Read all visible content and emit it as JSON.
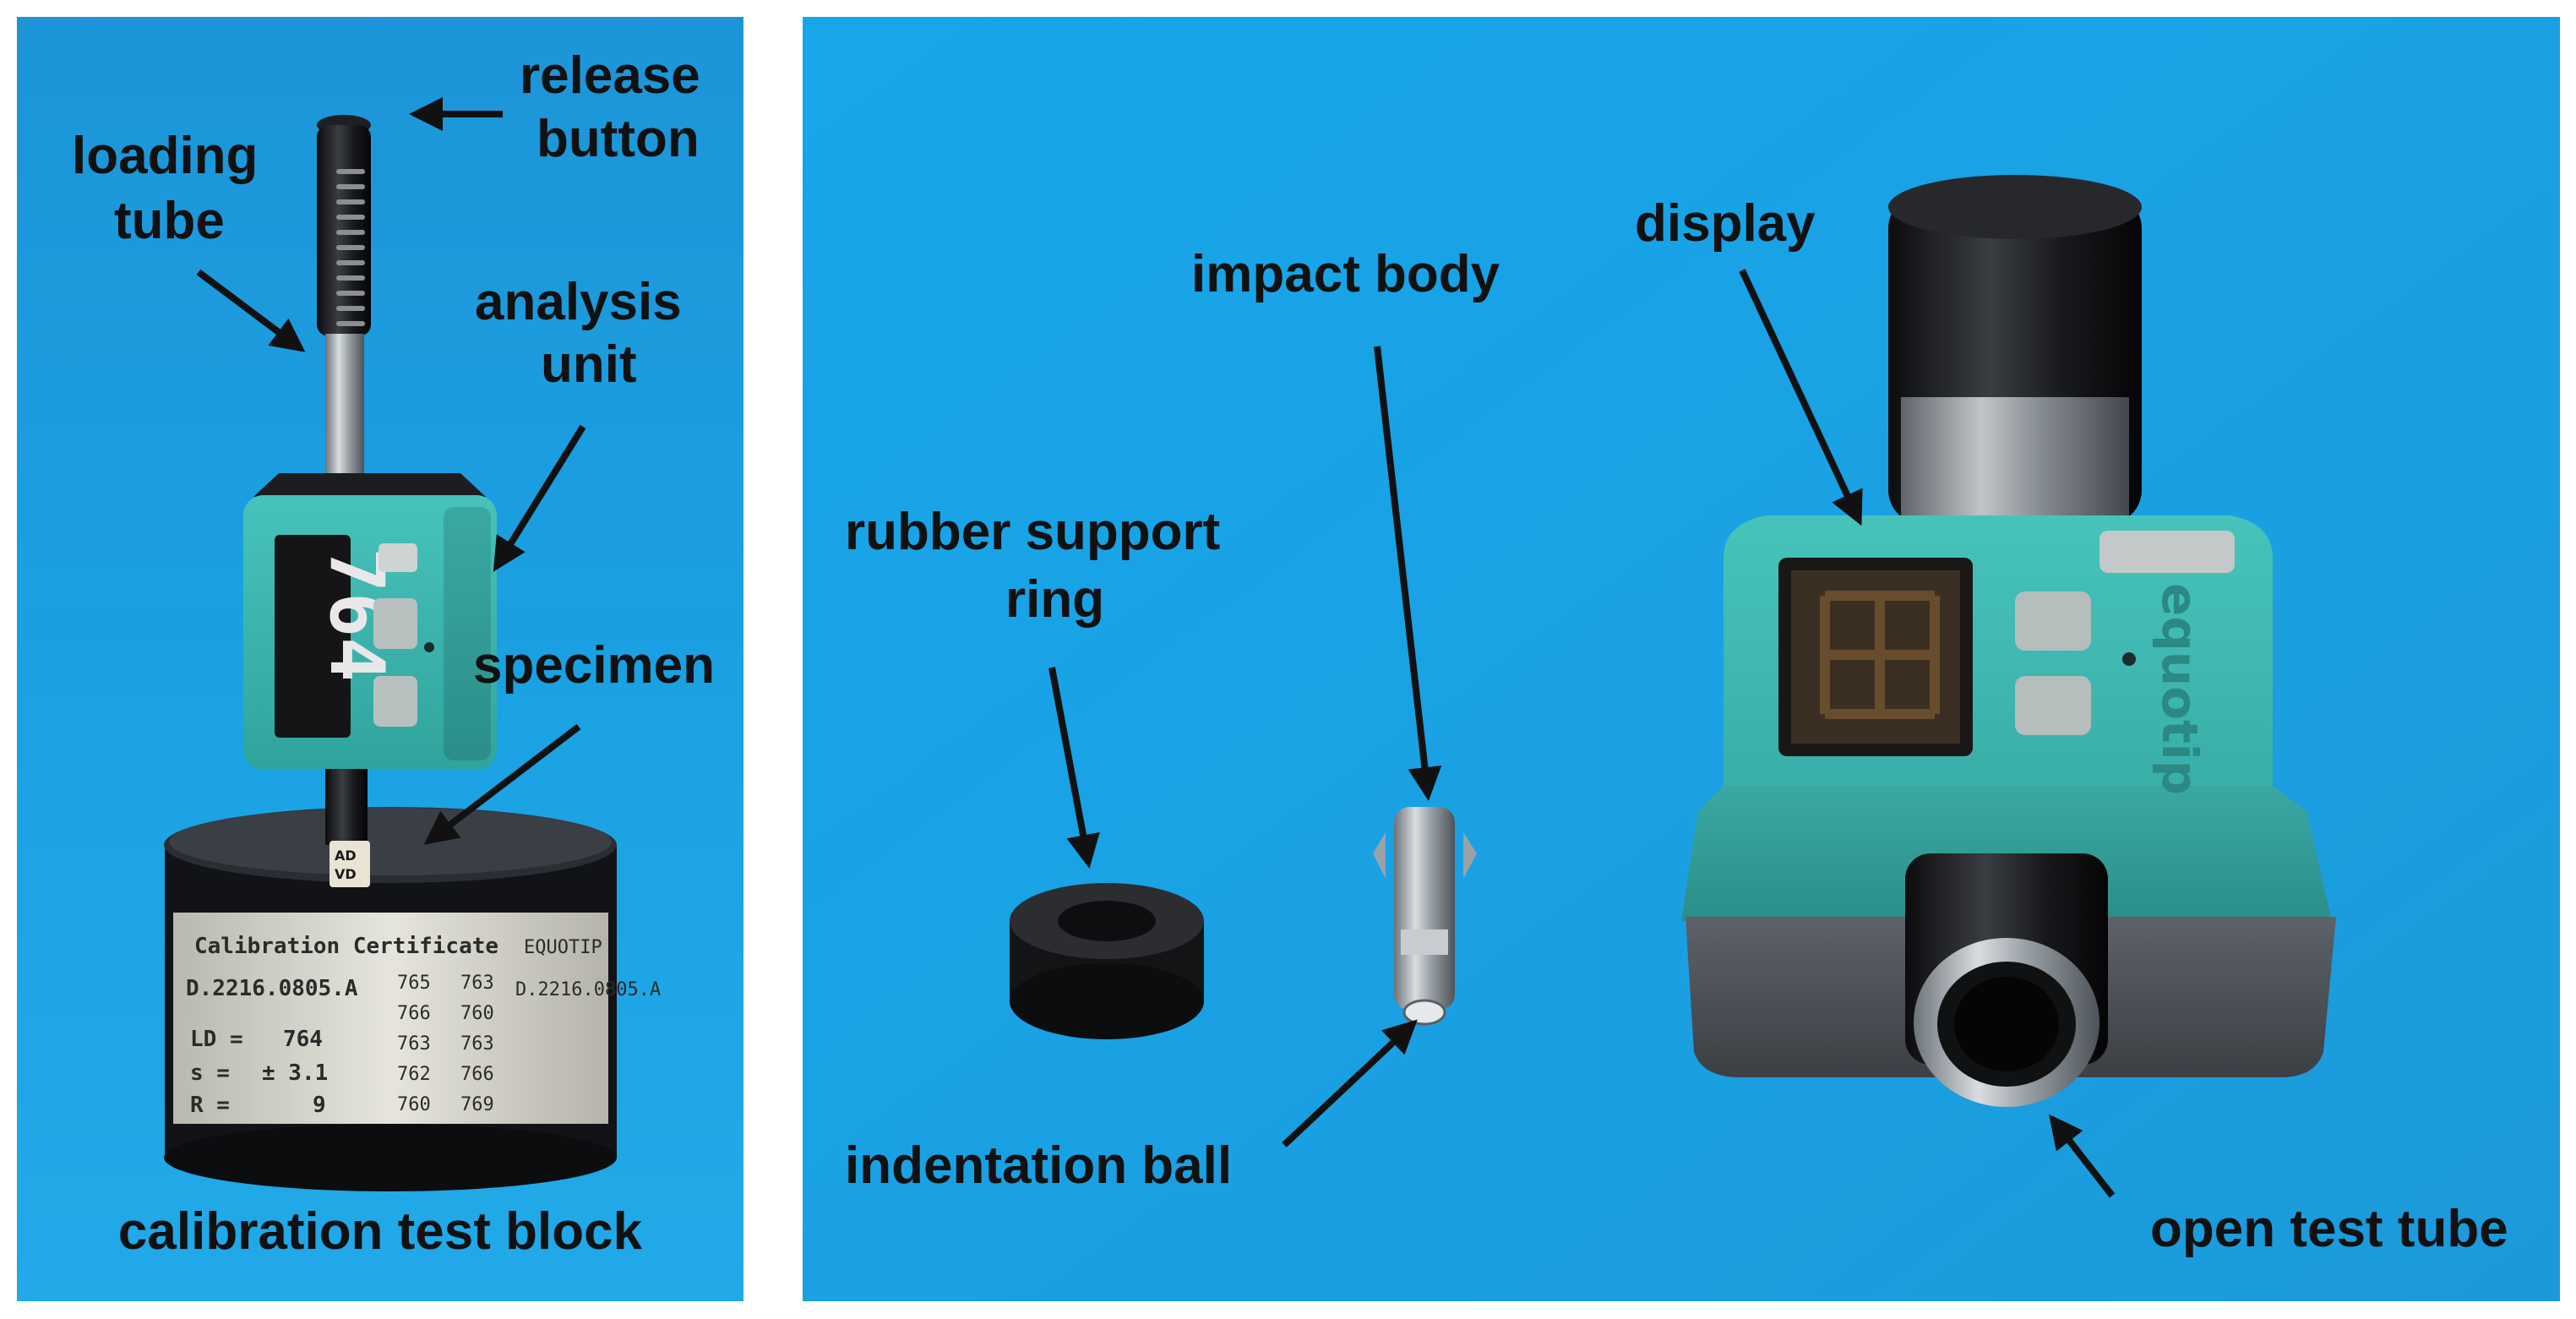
{
  "left_panel": {
    "labels": {
      "release_button": [
        "release",
        "button"
      ],
      "loading_tube": [
        "loading",
        "tube"
      ],
      "analysis_unit": [
        "analysis",
        "unit"
      ],
      "specimen": "specimen",
      "caption": "calibration test block"
    },
    "certificate": {
      "title": "Calibration  Certificate",
      "id": "D.2216.0805.A",
      "right_title": "EQUOTIP",
      "right_id": "D.2216.0805.A",
      "ld_label": "LD =",
      "ld_value": "764",
      "s_label": "s =",
      "s_value": "± 3.1",
      "r_label": "R =",
      "r_value": "9",
      "col1": [
        "765",
        "766",
        "763",
        "762",
        "760"
      ],
      "col2": [
        "763",
        "760",
        "763",
        "766",
        "769"
      ]
    },
    "device_display": "764",
    "specimen_band": [
      "AD",
      "VD"
    ]
  },
  "right_panel": {
    "labels": {
      "display": "display",
      "impact_body": "impact body",
      "rubber_ring": [
        "rubber support",
        "ring"
      ],
      "indentation_ball": "indentation ball",
      "open_test_tube": "open test tube"
    },
    "device_brand": "equotip"
  },
  "colors": {
    "background_blue": "#1a9fe0",
    "device_teal": "#3ab5ae",
    "label_text": "#111111"
  }
}
